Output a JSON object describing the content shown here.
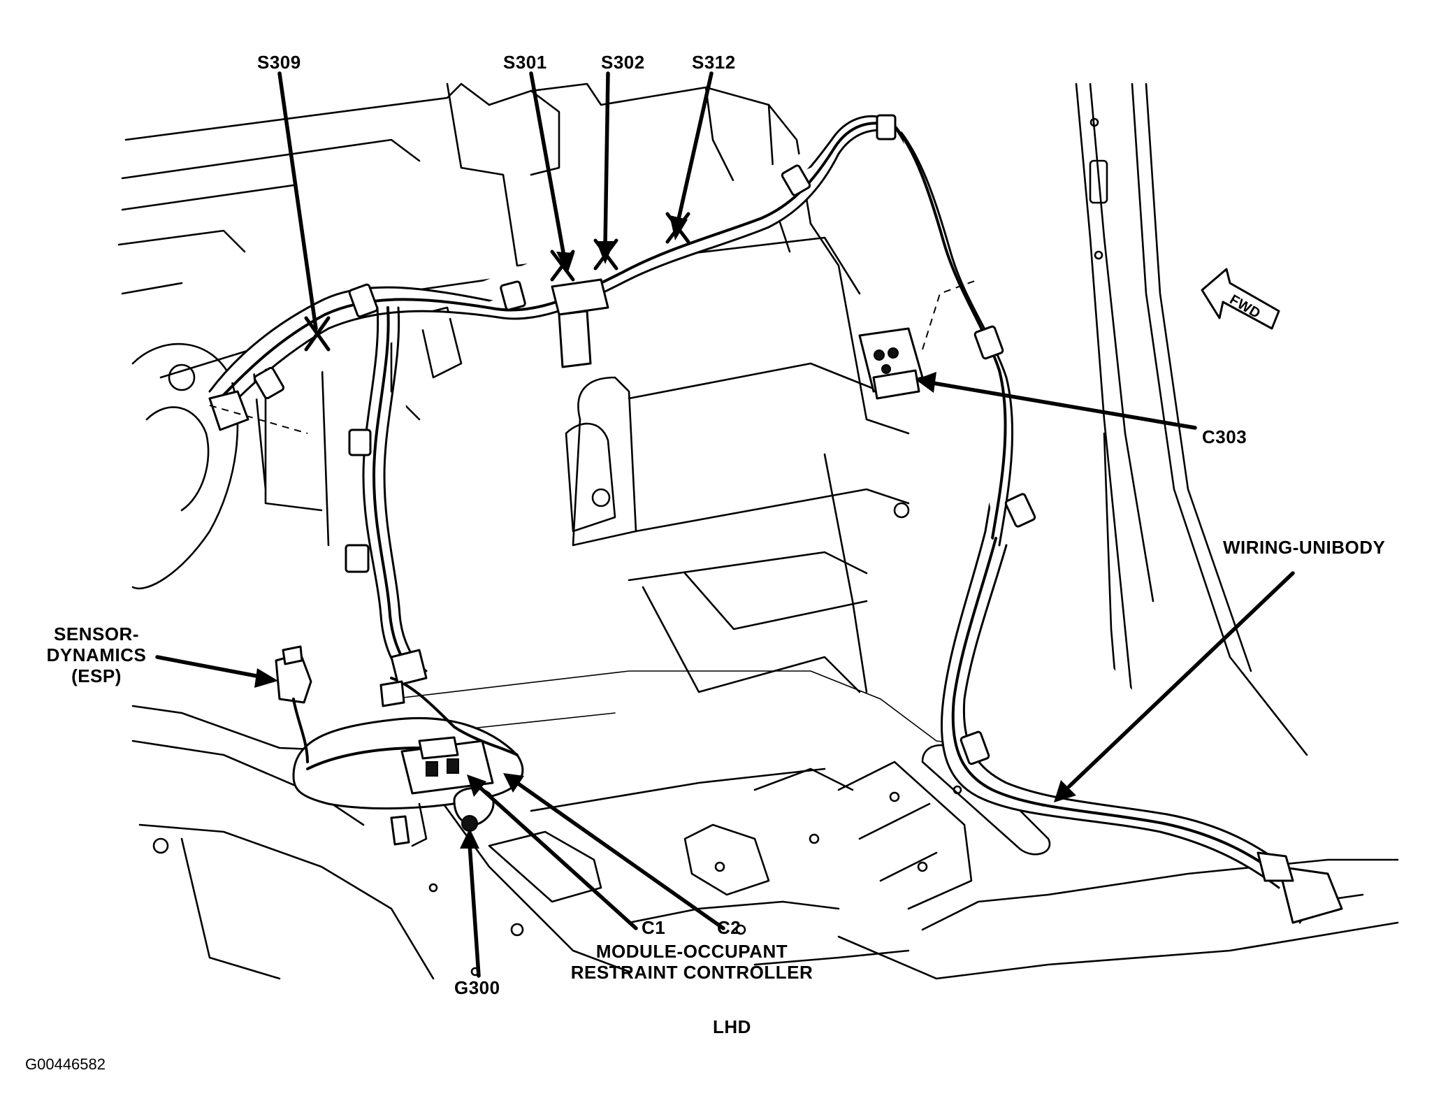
{
  "diagram": {
    "labels": {
      "s309": "S309",
      "s301": "S301",
      "s302": "S302",
      "s312": "S312",
      "c303": "C303",
      "wiring_unibody": "WIRING-UNIBODY",
      "sensor_dynamics_line1": "SENSOR-",
      "sensor_dynamics_line2": "DYNAMICS",
      "sensor_dynamics_line3": "(ESP)",
      "c1": "C1",
      "c2": "C2",
      "module_line1": "MODULE-OCCUPANT",
      "module_line2": "RESTRAINT CONTROLLER",
      "g300": "G300",
      "lhd": "LHD",
      "fwd": "FWD"
    },
    "reference_id": "G00446582"
  }
}
